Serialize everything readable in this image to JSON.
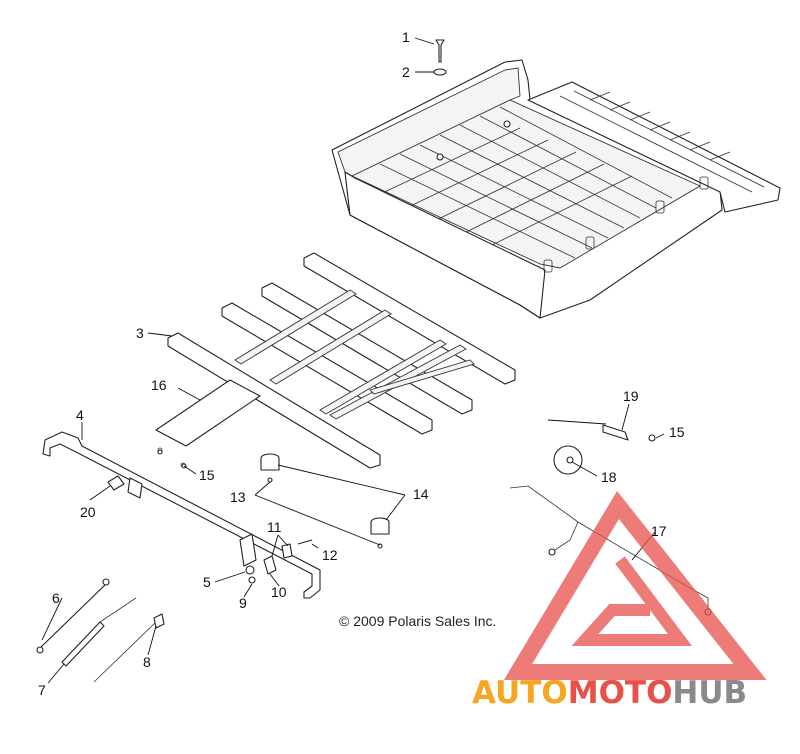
{
  "copyright": "© 2009 Polaris Sales Inc.",
  "callouts": [
    "1",
    "2",
    "3",
    "4",
    "5",
    "6",
    "7",
    "8",
    "9",
    "10",
    "11",
    "12",
    "13",
    "14",
    "15",
    "15",
    "16",
    "17",
    "18",
    "19",
    "20"
  ],
  "watermark": {
    "part1": "AUTO",
    "part2": "MOTO",
    "part3": "HUB",
    "color_orange": "#f5a623",
    "color_red": "#e8504a",
    "color_gray": "#8a8a8a"
  }
}
